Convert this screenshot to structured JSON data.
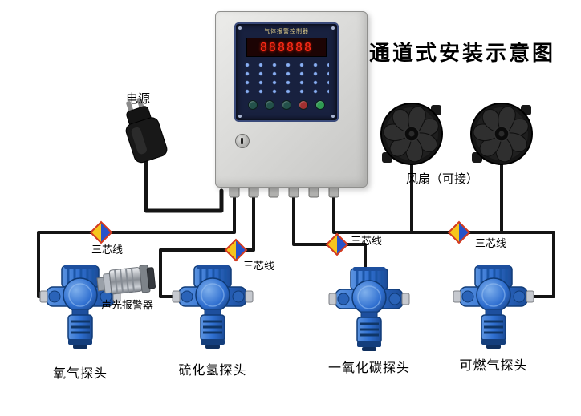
{
  "title": "通道式安装示意图",
  "controller": {
    "panel_title": "气体报警控制器",
    "display_value": "888888",
    "panel_color": "#18213f",
    "box_color": "#d9d9d7"
  },
  "power": {
    "label": "电源"
  },
  "fans": {
    "label": "风扇（可接）",
    "count": 2
  },
  "alarm": {
    "label": "声光报警器"
  },
  "wires": {
    "items": [
      "三芯线",
      "三芯线",
      "三芯线",
      "三芯线"
    ],
    "color": "#141414",
    "diamond_yellow": "#f6c51d",
    "diamond_blue": "#2753c9",
    "diamond_border": "#d43a1f"
  },
  "detectors": [
    {
      "label": "氧气探头",
      "color": "#2f6fd0"
    },
    {
      "label": "硫化氢探头",
      "color": "#2f6fd0"
    },
    {
      "label": "一氧化碳探头",
      "color": "#2f6fd0"
    },
    {
      "label": "可燃气探头",
      "color": "#2f6fd0"
    }
  ]
}
